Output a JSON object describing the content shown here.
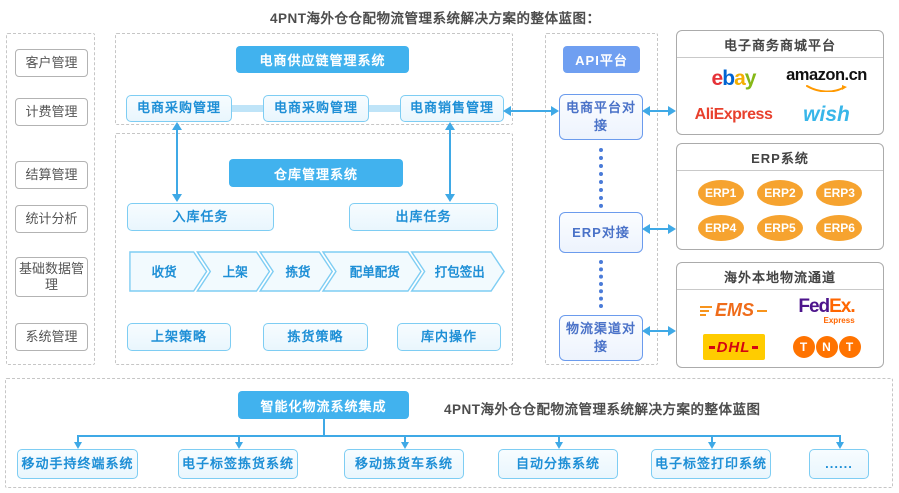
{
  "title": "4PNT海外仓仓配物流管理系统解决方案的整体蓝图：",
  "sidebar": {
    "items": [
      "客户管理",
      "计费管理",
      "结算管理",
      "统计分析",
      "基础数据管理",
      "系统管理"
    ]
  },
  "supply_chain": {
    "header": "电商供应链管理系统",
    "modules": [
      "电商采购管理",
      "电商采购管理",
      "电商销售管理"
    ]
  },
  "warehouse": {
    "header": "仓库管理系统",
    "inbound": "入库任务",
    "outbound": "出库任务",
    "process": [
      "收货",
      "上架",
      "拣货",
      "配单配货",
      "打包签出"
    ],
    "strategies": [
      "上架策略",
      "拣货策略",
      "库内操作"
    ]
  },
  "api_platform": {
    "header": "API平台",
    "nodes": [
      "电商平台对接",
      "ERP对接",
      "物流渠道对接"
    ]
  },
  "ecommerce_panel": {
    "title": "电子商务商城平台",
    "logos": {
      "ebay": [
        "e",
        "b",
        "a",
        "y"
      ],
      "amazon": "amazon.cn",
      "aliexpress": "AliExpress",
      "wish": "wish"
    }
  },
  "erp_panel": {
    "title": "ERP系统",
    "badges": [
      "ERP1",
      "ERP2",
      "ERP3",
      "ERP4",
      "ERP5",
      "ERP6"
    ]
  },
  "logistics_panel": {
    "title": "海外本地物流通道",
    "logos": {
      "ems": "EMS",
      "fedex_fed": "Fed",
      "fedex_ex": "Ex",
      "fedex_express": "Express",
      "dhl": "DHL",
      "tnt": [
        "T",
        "N",
        "T"
      ]
    }
  },
  "bottom": {
    "header": "智能化物流系统集成",
    "caption": "4PNT海外仓仓配物流管理系统解决方案的整体蓝图",
    "systems": [
      "移动手持终端系统",
      "电子标签拣货系统",
      "移动拣货车系统",
      "自动分拣系统",
      "电子标签打印系统",
      "......"
    ]
  },
  "colors": {
    "header_blue": "#41b2ee",
    "api_blue": "#6f9ff1",
    "node_text_blue": "#1e8fd6",
    "arrow_blue": "#3fa9e6",
    "badge_orange": "#f6a32f"
  }
}
